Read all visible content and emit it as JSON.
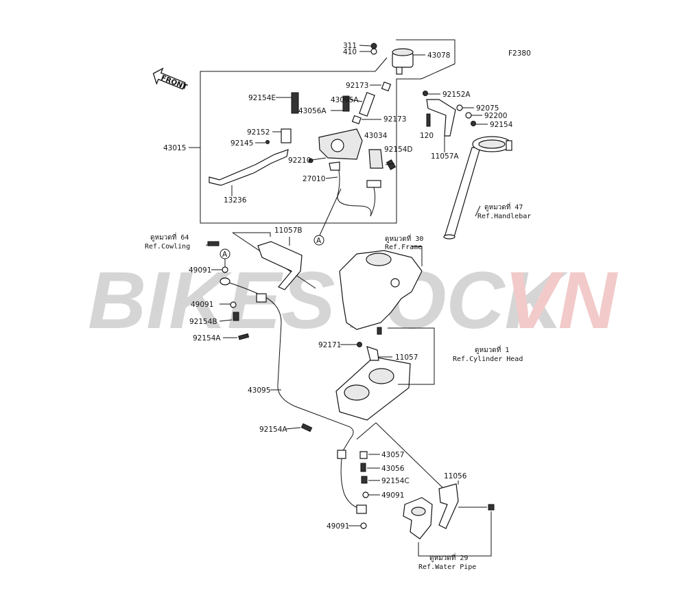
{
  "diagram_code": "F2380",
  "front_label": "FRONT",
  "watermark": {
    "left": "BIKESTOCK",
    "right": "VN",
    "left_color": "#b4b4b4",
    "right_color": "#e8a0a0"
  },
  "callout_a": "A",
  "labels": {
    "p311": "311",
    "p410": "410",
    "p43078": "43078",
    "p92173a": "92173",
    "p92152a": "92152A",
    "p92154e": "92154E",
    "p43095a": "43095A",
    "p43056a": "43056A",
    "p92075": "92075",
    "p92200": "92200",
    "p92173b": "92173",
    "p92154": "92154",
    "p92152": "92152",
    "p120": "120",
    "p43034": "43034",
    "p92145": "92145",
    "p11057a": "11057A",
    "p43015": "43015",
    "p92154d": "92154D",
    "p92210": "92210",
    "p27010": "27010",
    "p13236": "13236",
    "p11057b": "11057B",
    "p49091a": "49091",
    "p49091b": "49091",
    "p92154b": "92154B",
    "p92154a1": "92154A",
    "p92171": "92171",
    "p11057": "11057",
    "p43095": "43095",
    "p92154a2": "92154A",
    "p43057": "43057",
    "p43056": "43056",
    "p92154c": "92154C",
    "p49091c": "49091",
    "p49091d": "49091",
    "p11056": "11056"
  },
  "refs": {
    "handlebar_th": "ดูหมวดที่ 47",
    "handlebar_ref": "Ref.Handlebar",
    "cowling_th": "ดูหมวดที่ 64",
    "cowling_ref": "Ref.Cowling",
    "frame_th": "ดูหมวดที่ 30",
    "frame_ref": "Ref.Frame",
    "head_th": "ดูหมวดที่ 1",
    "head_ref": "Ref.Cylinder Head",
    "water_th": "ดูหมวดที่ 29",
    "water_ref": "Ref.Water Pipe"
  }
}
